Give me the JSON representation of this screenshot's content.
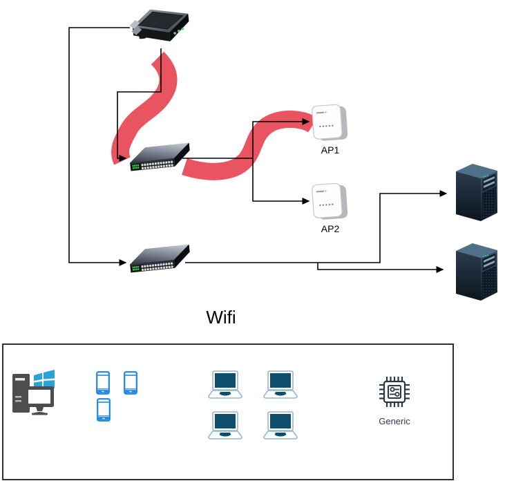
{
  "diagram": {
    "title": "Wifi",
    "nodes": {
      "router": {
        "icon": "router-icon"
      },
      "switch_top": {
        "icon": "switch-icon"
      },
      "switch_bottom": {
        "icon": "switch-icon"
      },
      "ap1": {
        "label": "AP1",
        "icon": "access-point-icon"
      },
      "ap2": {
        "label": "AP2",
        "icon": "access-point-icon"
      },
      "server_top": {
        "icon": "server-icon"
      },
      "server_bottom": {
        "icon": "server-icon"
      }
    },
    "edges": [
      "router to bottom switch",
      "router to top switch",
      "top switch to AP1",
      "top switch to AP2",
      "bottom switch to top server",
      "bottom switch to bottom server"
    ],
    "annotation": {
      "tool": "red-marker-stroke",
      "color": "#e85560",
      "strokes": [
        "router to top switch",
        "top switch to AP1"
      ]
    },
    "line_color": "#000000"
  },
  "legend": {
    "generic_label": "Generic",
    "items": [
      {
        "name": "windows-pc",
        "icon": "windows-pc-icon",
        "count": 1,
        "body_color": "#4d4d4d",
        "flag_color": "#2aa3dc"
      },
      {
        "name": "smartphone",
        "icon": "smartphone-icon",
        "count": 3,
        "color": "#1e87e0"
      },
      {
        "name": "laptop",
        "icon": "laptop-icon",
        "count": 4,
        "screen_color": "#0f4d6d",
        "outline_color": "#96b8c9"
      },
      {
        "name": "generic-chip",
        "icon": "chip-icon",
        "count": 1,
        "color": "#2b3748"
      }
    ]
  }
}
